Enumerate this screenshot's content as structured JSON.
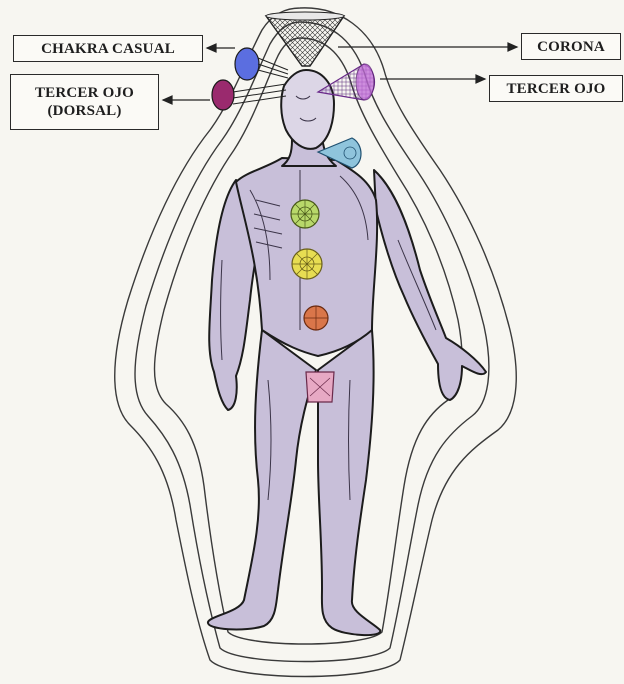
{
  "labels": {
    "chakra_casual": "CHAKRA CASUAL",
    "corona": "CORONA",
    "tercer_ojo": "TERCER OJO",
    "tercer_ojo_dorsal_line1": "TERCER OJO",
    "tercer_ojo_dorsal_line2": "(DORSAL)"
  },
  "colors": {
    "body_fill": "#c8bfd9",
    "outline": "#1c1c1c",
    "aura": "#3a3a3a",
    "casual_chakra": "#5b6ee0",
    "dorsal_third_eye": "#9a2a6e",
    "third_eye_front": "#c06ad8",
    "throat_chakra": "#8fc4dc",
    "heart_chakra": "#b8d86a",
    "solar_plexus_chakra": "#e7dd52",
    "sacral_chakra": "#d9764a",
    "root_chakra": "#e7a9c4",
    "crown_chakra": "#e8e8e8"
  },
  "icons": [
    "crown-chakra-icon",
    "casual-chakra-icon",
    "dorsal-third-eye-icon",
    "third-eye-icon",
    "throat-chakra-icon",
    "heart-chakra-icon",
    "solar-plexus-chakra-icon",
    "sacral-chakra-icon",
    "root-chakra-icon"
  ]
}
